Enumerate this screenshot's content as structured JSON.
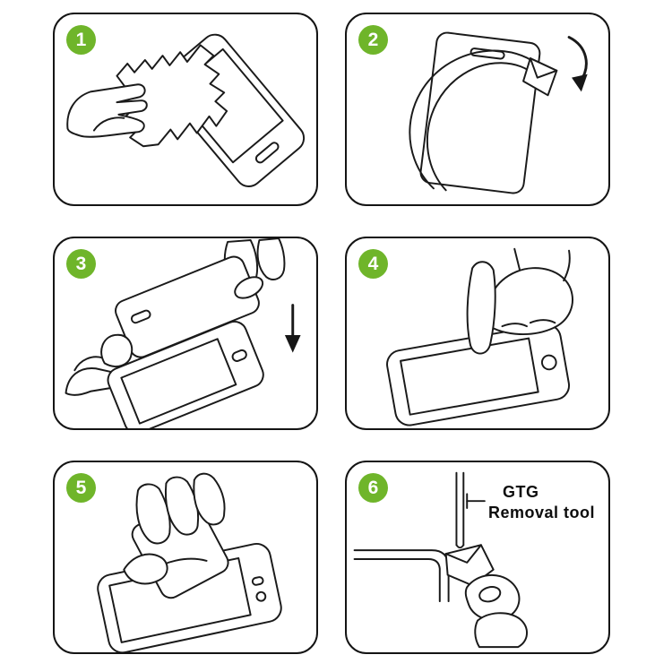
{
  "colors": {
    "accent_green": "#6fb52a",
    "line": "#1a1a1a",
    "background": "#ffffff"
  },
  "steps": [
    {
      "number": "1",
      "illustration": "wipe-screen-with-cloth"
    },
    {
      "number": "2",
      "illustration": "peel-protective-film"
    },
    {
      "number": "3",
      "illustration": "align-and-place-glass"
    },
    {
      "number": "4",
      "illustration": "press-screen-center"
    },
    {
      "number": "5",
      "illustration": "smooth-out-surface"
    },
    {
      "number": "6",
      "illustration": "pull-removal-tool",
      "label_line1": "GTG",
      "label_line2": "Removal tool"
    }
  ]
}
